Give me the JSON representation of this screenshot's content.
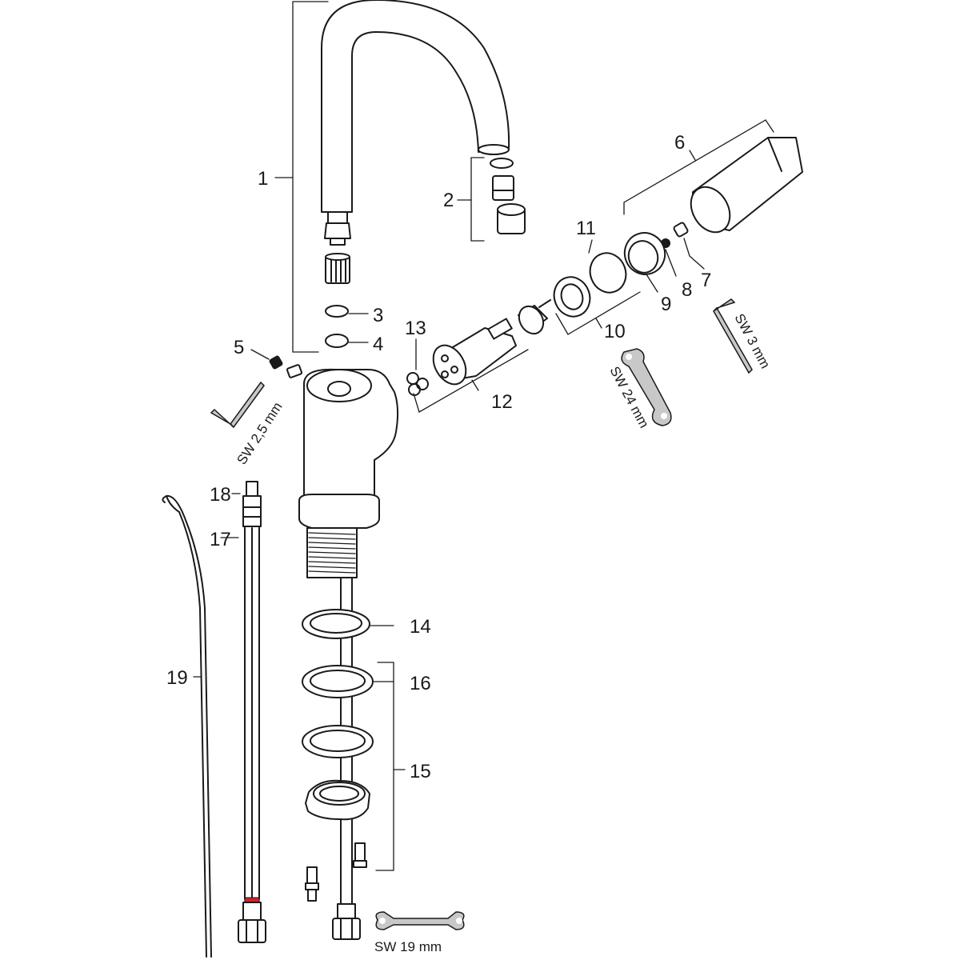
{
  "parts": {
    "p1": "1",
    "p2": "2",
    "p3": "3",
    "p4": "4",
    "p5": "5",
    "p6": "6",
    "p7": "7",
    "p8": "8",
    "p9": "9",
    "p10": "10",
    "p11": "11",
    "p12": "12",
    "p13": "13",
    "p14": "14",
    "p15": "15",
    "p16": "16",
    "p17": "17",
    "p18": "18",
    "p19": "19"
  },
  "tools": {
    "hex_key_small": "SW 2,5 mm",
    "hex_key_large": "SW 3 mm",
    "wrench_24": "SW 24 mm",
    "wrench_19": "SW 19 mm"
  },
  "colors": {
    "line": "#1a1a1a",
    "tool_fill": "#c8c8c8",
    "hose_marking": "#d0202a"
  }
}
